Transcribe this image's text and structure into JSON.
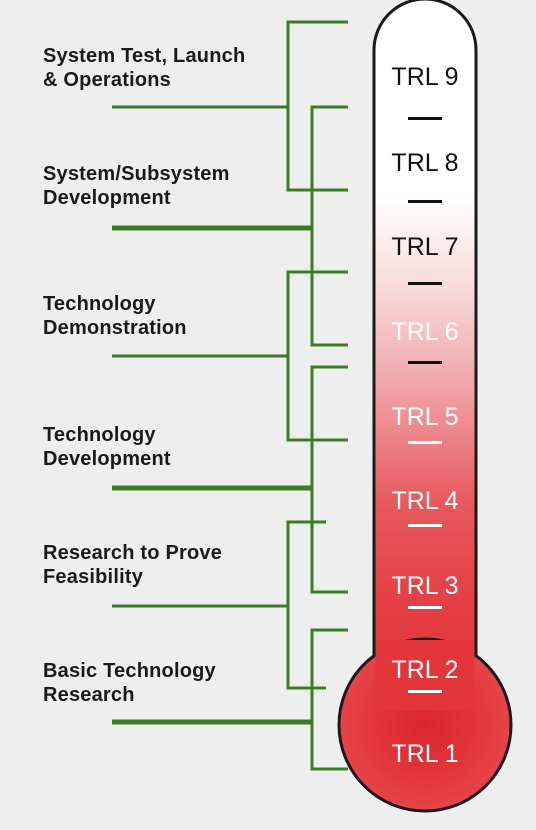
{
  "phases": [
    {
      "label_line1": "System Test, Launch",
      "label_line2": "& Operations"
    },
    {
      "label_line1": "System/Subsystem",
      "label_line2": "Development"
    },
    {
      "label_line1": "Technology",
      "label_line2": "Demonstration"
    },
    {
      "label_line1": "Technology",
      "label_line2": "Development"
    },
    {
      "label_line1": "Research to Prove",
      "label_line2": "Feasibility"
    },
    {
      "label_line1": "Basic Technology",
      "label_line2": "Research"
    }
  ],
  "levels": [
    {
      "label": "TRL 9"
    },
    {
      "label": "TRL 8"
    },
    {
      "label": "TRL 7"
    },
    {
      "label": "TRL 6"
    },
    {
      "label": "TRL 5"
    },
    {
      "label": "TRL 4"
    },
    {
      "label": "TRL 3"
    },
    {
      "label": "TRL 2"
    },
    {
      "label": "TRL 1"
    }
  ],
  "colors": {
    "background": "#eeeeee",
    "bracket": "#3b7d23",
    "bulb": "#e2363b",
    "tube_top": "#ffffff",
    "dark_text": "#111111",
    "light_text": "#ffffff"
  }
}
